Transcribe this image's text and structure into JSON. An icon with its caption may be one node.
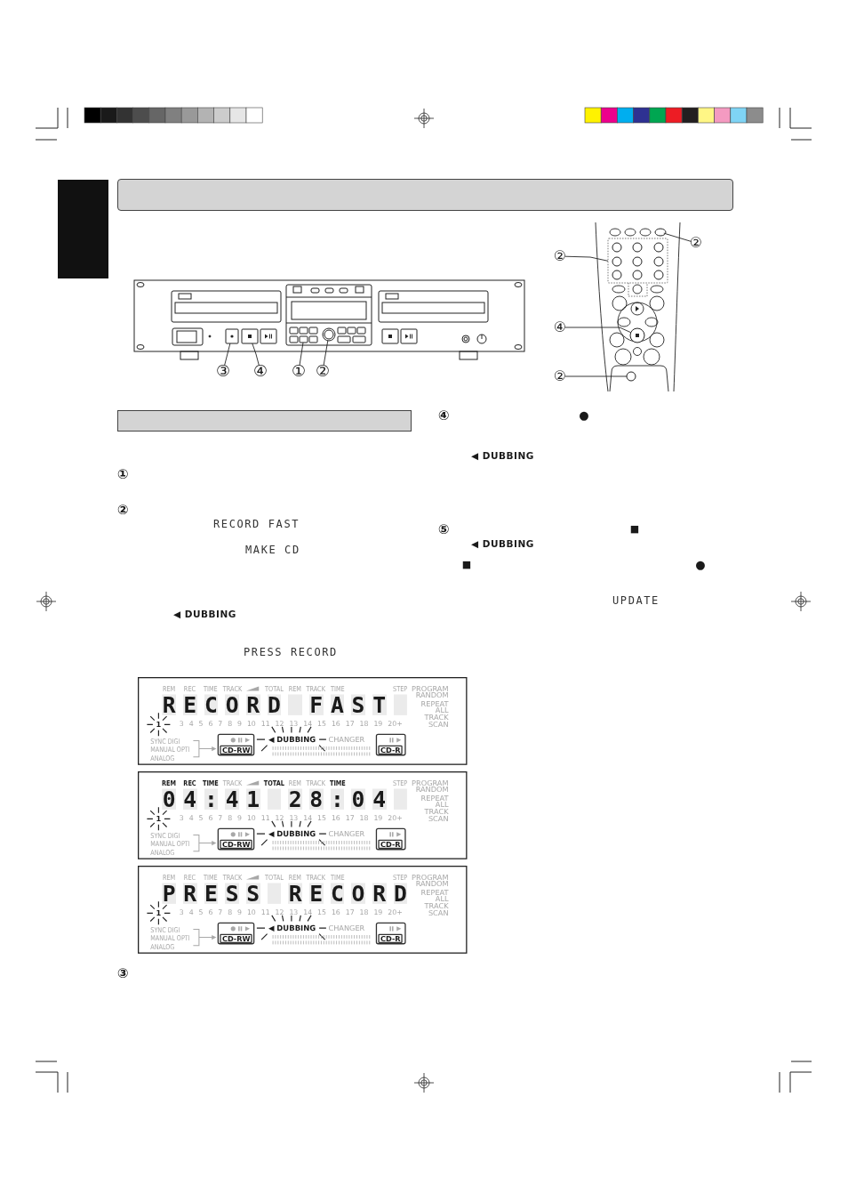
{
  "diagram": {
    "nodes": [
      {
        "text": [],
        "shape": "box"
      },
      {
        "text": [],
        "shape": "bar"
      },
      {
        "text": [],
        "shape": "box"
      },
      {
        "text": [],
        "shape": "box"
      },
      {
        "text": [],
        "shape": "box"
      },
      {
        "text": [],
        "shape": "circle"
      },
      {
        "text": [
          "③"
        ]
      },
      {
        "text": [
          "④"
        ]
      },
      {
        "text": [
          "①"
        ]
      },
      {
        "text": [
          "②"
        ]
      },
      {
        "text": [
          "②"
        ]
      },
      {
        "text": [],
        "shape": "box"
      },
      {
        "text": [],
        "shape": "circle"
      },
      {
        "text": [
          "②"
        ]
      },
      {
        "text": [
          "④"
        ]
      },
      {
        "text": [],
        "shape": "circle"
      },
      {
        "text": [
          "②"
        ]
      },
      {
        "text": [],
        "shape": "circle"
      },
      {
        "text": [],
        "shape": "bar"
      },
      {
        "text": [
          "REM",
          "REC",
          "TIME",
          "TRACK",
          "TOTAL",
          "REM",
          "TRACK",
          "TIME",
          "STEP",
          "RECORD FAST",
          "1",
          "3 4 5 6 7 8 9 10 11 12 13 14 15 16 17 18 19 20+",
          "PROGRAM RANDOM REPEAT ALL TRACK SCAN",
          "SYNC DIGI MANUAL OPTI ANALOG",
          "CD-RW",
          "◀ DUBBING",
          "CHANGER",
          "CD-R"
        ]
      },
      {
        "text": [
          "REM",
          "REC",
          "TIME",
          "TRACK",
          "TOTAL",
          "REM",
          "TRACK",
          "TIME",
          "STEP",
          "04:41 28:04",
          "1",
          "3 4 5 6 7 8 9 10 11 12 13 14 15 16 17 18 19 20+",
          "PROGRAM RANDOM REPEAT ALL TRACK SCAN",
          "SYNC DIGI MANUAL OPTI ANALOG",
          "CD-RW",
          "◀ DUBBING",
          "CHANGER",
          "CD-R"
        ]
      },
      {
        "text": [
          "REM",
          "REC",
          "TIME",
          "TRACK",
          "TOTAL",
          "REM",
          "TRACK",
          "TIME",
          "STEP",
          "PRESS RECORD",
          "1",
          "3 4 5 6 7 8 9 10 11 12 13 14 15 16 17 18 19 20+",
          "PROGRAM RANDOM REPEAT ALL TRACK SCAN",
          "SYNC DIGI MANUAL OPTI ANALOG",
          "CD-RW",
          "◀ DUBBING",
          "CHANGER",
          "CD-R"
        ]
      }
    ],
    "edges": [
      {
        "from": 6,
        "to": 2,
        "arrow": "none"
      },
      {
        "from": 7,
        "to": 3,
        "arrow": "none"
      },
      {
        "from": 8,
        "to": 4,
        "arrow": "none"
      },
      {
        "from": 9,
        "to": 5,
        "arrow": "none"
      },
      {
        "from": 10,
        "to": 11,
        "arrow": "none"
      },
      {
        "from": 13,
        "to": 12,
        "arrow": "none"
      },
      {
        "from": 14,
        "to": 15,
        "arrow": "none"
      },
      {
        "from": 16,
        "to": 17,
        "arrow": "none"
      }
    ],
    "labels": [
      "①",
      "②",
      "RECORD FAST",
      "MAKE CD",
      "◀ DUBBING",
      "PRESS RECORD",
      "③",
      "④",
      "●",
      "◀ DUBBING",
      "⑤",
      "■",
      "◀ DUBBING",
      "■",
      "●",
      "UPDATE"
    ]
  }
}
